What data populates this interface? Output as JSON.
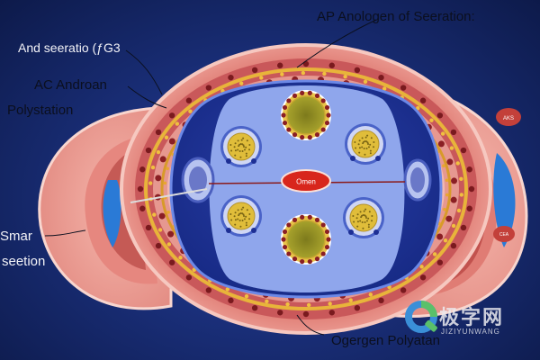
{
  "labels": {
    "top_right": "AP  Anologen of Seeration:",
    "top_left": "And seeratio (ƒG3",
    "left_1": "AC Androan",
    "left_2": "Polystation",
    "left_bottom_1": "Smar",
    "left_bottom_2": "seetion",
    "center": "Omen",
    "bottom": "Ogergen Polyatan",
    "red_lump_1": "AKS",
    "red_lump_2": "CEA"
  },
  "watermark": {
    "title": "极字网",
    "subtitle": "JIZIYUNWANG"
  },
  "colors": {
    "background": "#1a2f7a",
    "outer_tissue": "#e8918a",
    "yellow_band": "#e8b43a",
    "lumen_light": "#8fa6ec",
    "lumen_dark": "#1d2f94",
    "cell_yellow": "#e8c34a",
    "cell_olive": "#8a8a24",
    "side_blue": "#2a7ad6",
    "center_red": "#d8261c"
  }
}
